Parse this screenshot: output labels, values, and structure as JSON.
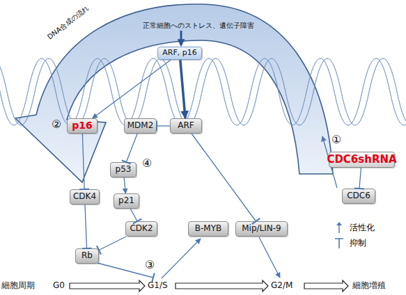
{
  "diagram": {
    "nodes": [
      {
        "text": [
          "ARF, p16"
        ]
      },
      {
        "text": [
          "CDC6shRNA"
        ]
      },
      {
        "text": [
          "p16"
        ]
      },
      {
        "text": [
          "MDM2"
        ]
      },
      {
        "text": [
          "ARF"
        ]
      },
      {
        "text": [
          "p53"
        ]
      },
      {
        "text": [
          "CDC6"
        ]
      },
      {
        "text": [
          "CDK4"
        ]
      },
      {
        "text": [
          "p21"
        ]
      },
      {
        "text": [
          "CDK2"
        ]
      },
      {
        "text": [
          "B-MYB"
        ]
      },
      {
        "text": [
          "Mip/LIN-9"
        ]
      },
      {
        "text": [
          "Rb"
        ]
      }
    ],
    "edges": [
      {
        "from": 0,
        "to": 2,
        "arrow": "to"
      },
      {
        "from": 0,
        "to": 4,
        "arrow": "to"
      },
      {
        "from": 1,
        "to": 6,
        "arrow": "to"
      },
      {
        "from": 4,
        "to": 3,
        "arrow": "to"
      },
      {
        "from": 3,
        "to": 5,
        "arrow": "to"
      },
      {
        "from": 5,
        "to": 8,
        "arrow": "to"
      },
      {
        "from": 8,
        "to": 9,
        "arrow": "to"
      },
      {
        "from": 2,
        "to": 7,
        "arrow": "to"
      },
      {
        "from": 7,
        "to": 12,
        "arrow": "to"
      },
      {
        "from": 9,
        "to": 12,
        "arrow": "to"
      },
      {
        "from": 4,
        "to": 11,
        "arrow": "to"
      }
    ],
    "labels": [
      "正常細胞へのストレス、遺伝子障害",
      "DNA合成の流れ",
      "①",
      "②",
      "④",
      "③",
      "細胞周期",
      "G0",
      "G1/S",
      "G2/M",
      "細胞増殖"
    ],
    "legend": [
      {
        "text": "活性化"
      },
      {
        "text": "抑制"
      }
    ]
  }
}
